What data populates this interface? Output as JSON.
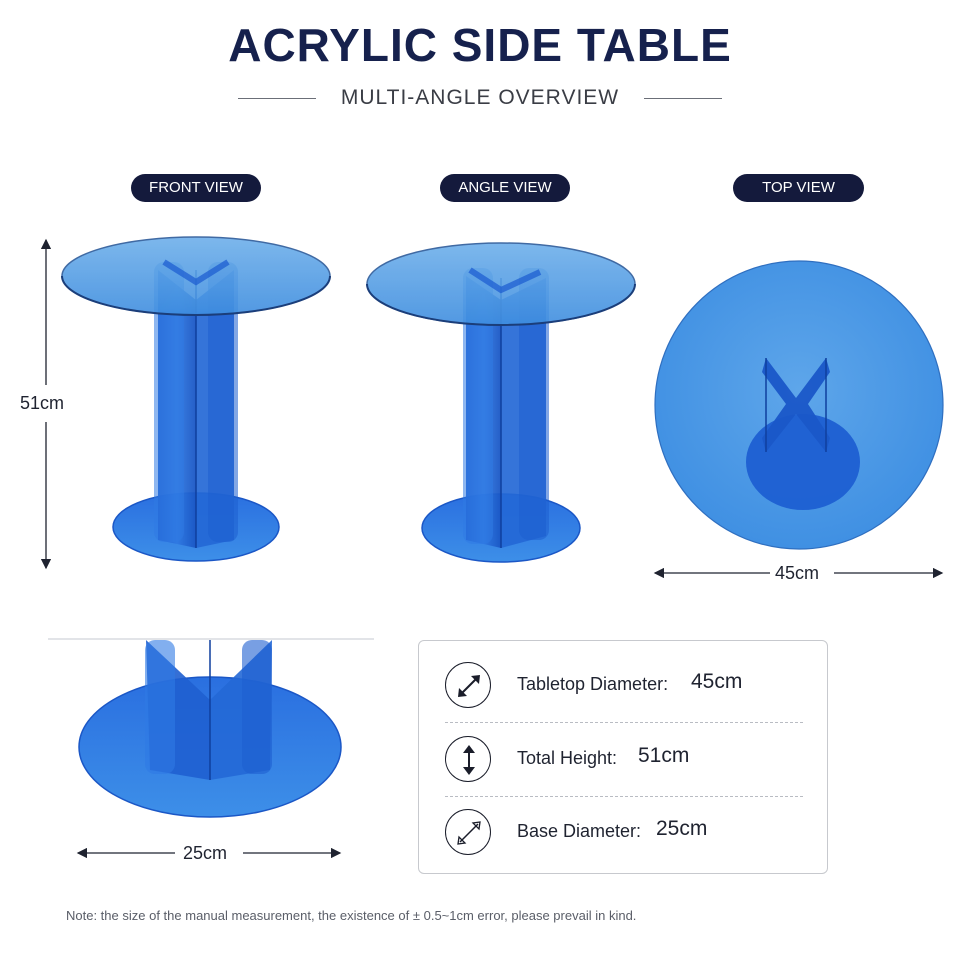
{
  "header": {
    "title": "ACRYLIC SIDE TABLE",
    "subtitle": "MULTI-ANGLE OVERVIEW"
  },
  "views": {
    "front": "FRONT VIEW",
    "angle": "ANGLE VIEW",
    "top": "TOP VIEW"
  },
  "dimensions": {
    "height": "51cm",
    "top_width": "45cm",
    "base_width": "25cm"
  },
  "specs": [
    {
      "label": "Tabletop Diameter:",
      "value": "45cm",
      "icon": "diagonal-arrow-icon"
    },
    {
      "label": "Total Height:",
      "value": "51cm",
      "icon": "vertical-arrow-icon"
    },
    {
      "label": "Base Diameter:",
      "value": "25cm",
      "icon": "diagonal-arrow-icon"
    }
  ],
  "note": "Note: the size of the manual measurement, the existence of ± 0.5~1cm error, please prevail in kind.",
  "colors": {
    "title_navy": "#16214d",
    "pill_navy": "#141a3c",
    "acrylic_light": "#5aa3e6",
    "acrylic_deep": "#1b63d6"
  }
}
